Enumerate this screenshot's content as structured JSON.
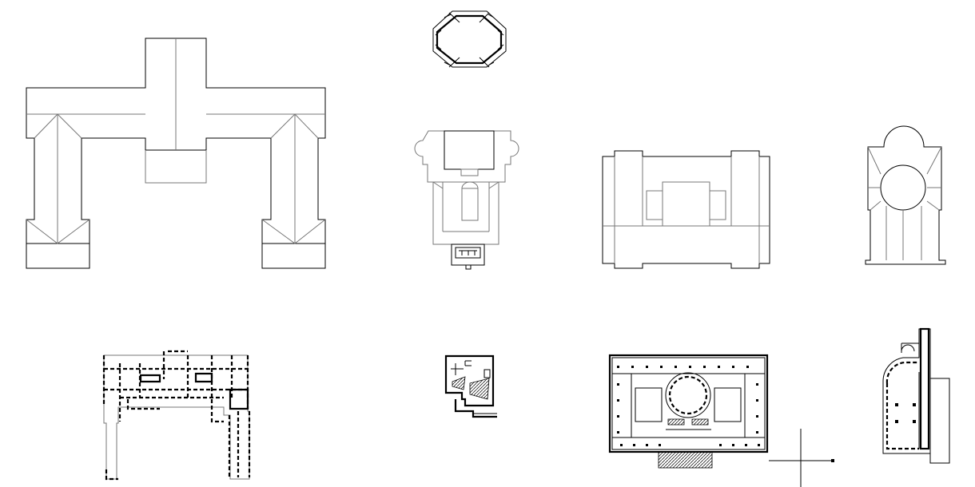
{
  "drawings": [
    {
      "id": "roof-plan-u-shaped",
      "kind": "roof-plan"
    },
    {
      "id": "octagon-plan",
      "kind": "plan-outline"
    },
    {
      "id": "roof-plan-chapel",
      "kind": "roof-plan"
    },
    {
      "id": "roof-plan-rectangular",
      "kind": "roof-plan"
    },
    {
      "id": "roof-plan-domed-cross",
      "kind": "roof-plan"
    },
    {
      "id": "floor-plan-u-shaped",
      "kind": "floor-plan"
    },
    {
      "id": "floor-plan-small",
      "kind": "floor-plan"
    },
    {
      "id": "floor-plan-rotunda",
      "kind": "floor-plan"
    },
    {
      "id": "floor-plan-apse",
      "kind": "floor-plan"
    },
    {
      "id": "crosshair-marker",
      "kind": "cursor-crosshair"
    }
  ],
  "colors": {
    "line": "#000000",
    "thin_line": "#777777",
    "background": "#ffffff"
  }
}
